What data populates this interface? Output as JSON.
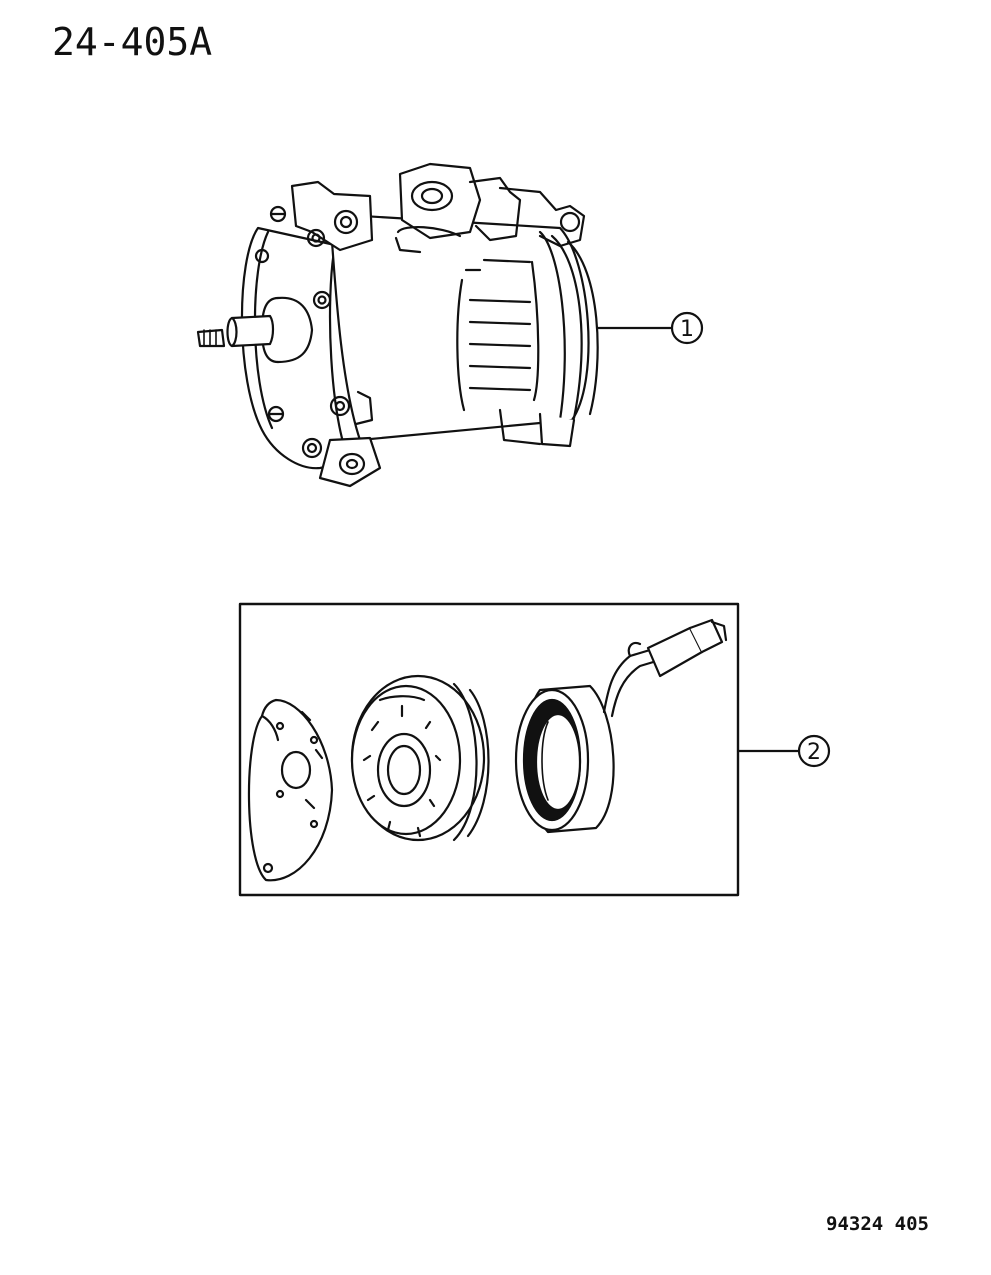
{
  "document": {
    "figure_number": "24-405A",
    "drawing_code": "94324 405"
  },
  "callouts": [
    {
      "id": "1",
      "label": "1"
    },
    {
      "id": "2",
      "label": "2"
    }
  ],
  "colors": {
    "line": "#111111",
    "background": "#ffffff"
  }
}
